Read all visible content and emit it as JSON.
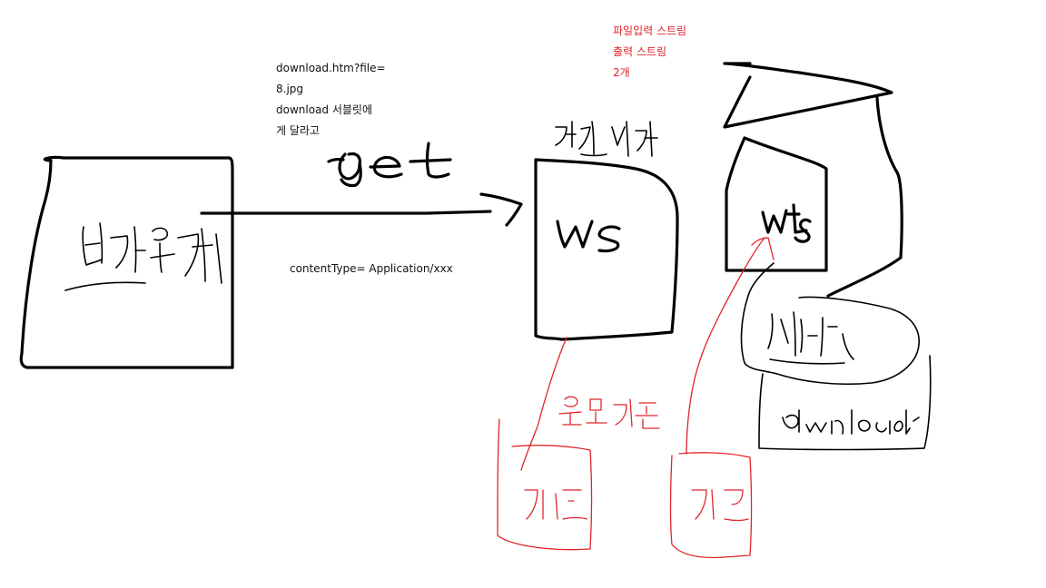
{
  "notes": {
    "request_line1": "download.htm?file=",
    "request_line2": "8.jpg",
    "request_line3": "download 서블릿에",
    "request_line4": "게 달라고",
    "content_type": "contentType=  Application/xxx",
    "stream_line1": "파일입력 스트림",
    "stream_line2": "출력 스트림",
    "stream_line3": "2개"
  },
  "handwritten": {
    "browser_label": "브라우저",
    "method_label": "get",
    "webserver_label": "웹서버",
    "ws_label": "ws",
    "was_label": "was",
    "servlet_label": "서블릿",
    "download_label": "download",
    "pass_label": "우선 거쳐감",
    "card1_label": "카드",
    "card2_label": "카드"
  },
  "colors": {
    "ink": "#000000",
    "accent": "#e0252b"
  }
}
